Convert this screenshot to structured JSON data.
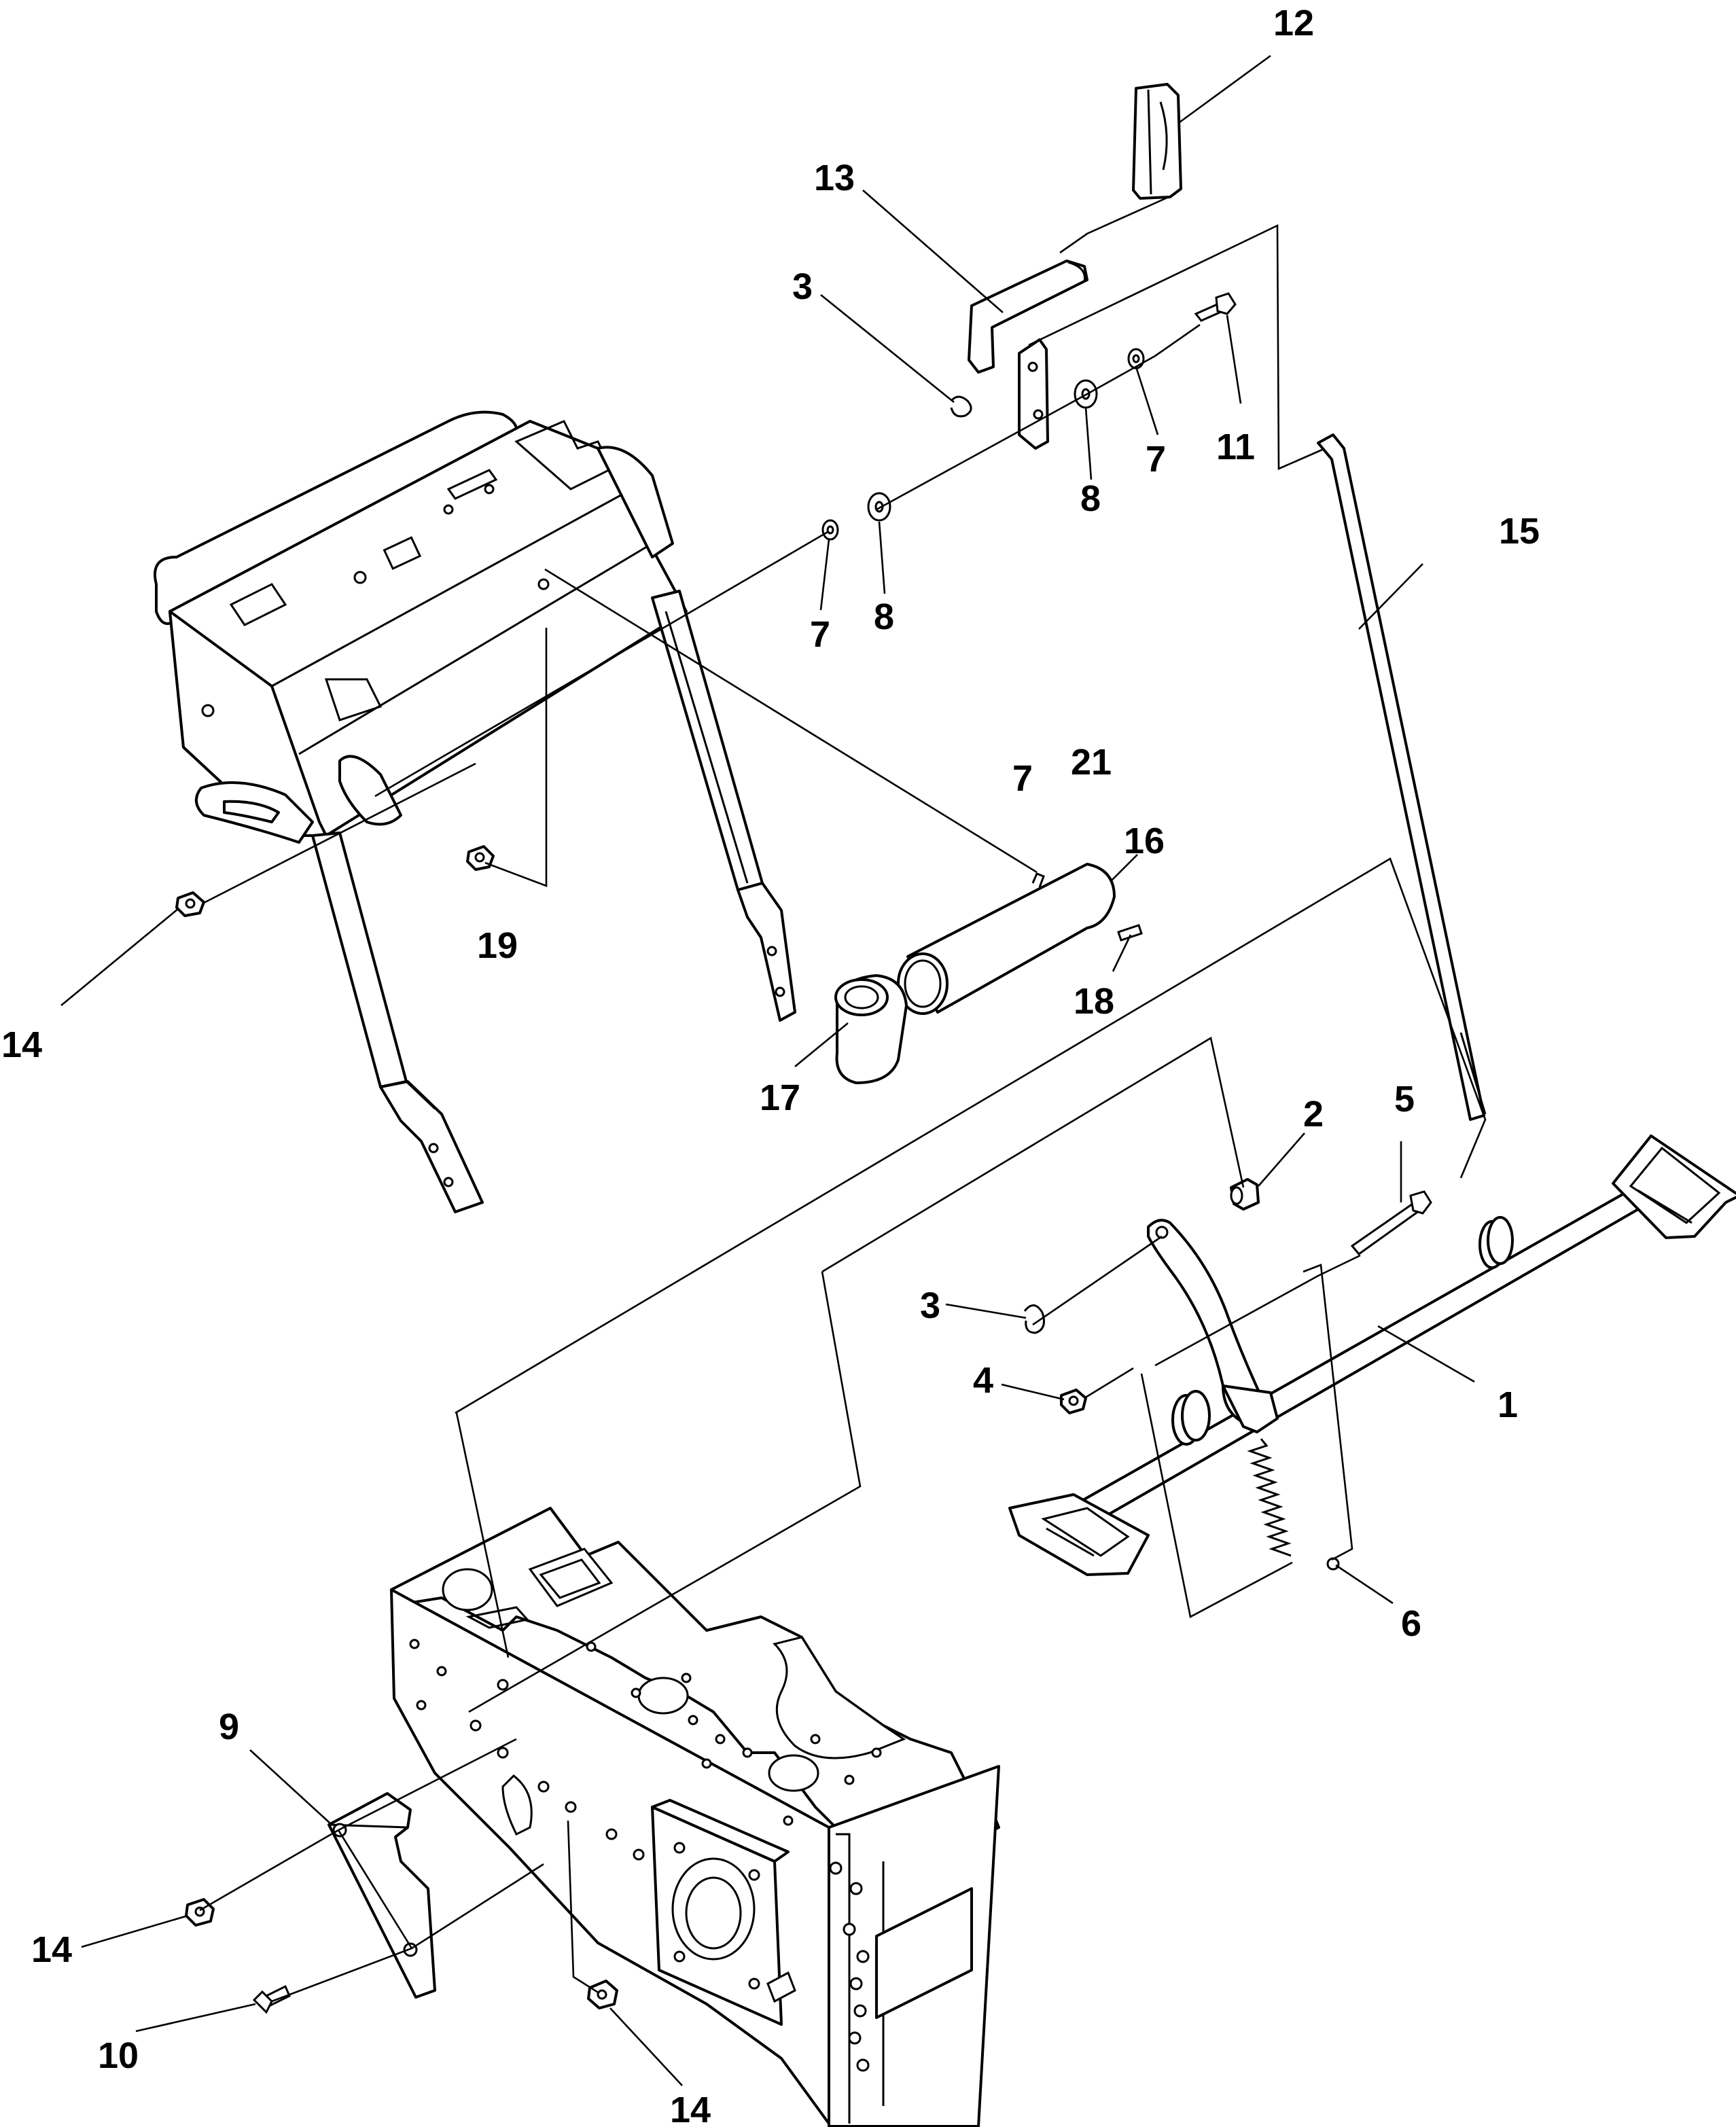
{
  "callouts": {
    "c1": "1",
    "c2": "2",
    "c3a": "3",
    "c3b": "3",
    "c4": "4",
    "c5": "5",
    "c6": "6",
    "c7a": "7",
    "c7b": "7",
    "c7c": "7",
    "c8a": "8",
    "c8b": "8",
    "c9": "9",
    "c10": "10",
    "c11": "11",
    "c12": "12",
    "c13": "13",
    "c14a": "14",
    "c14b": "14",
    "c14c": "14",
    "c15": "15",
    "c16": "16",
    "c17": "17",
    "c18": "18",
    "c19": "19",
    "c21": "21"
  }
}
